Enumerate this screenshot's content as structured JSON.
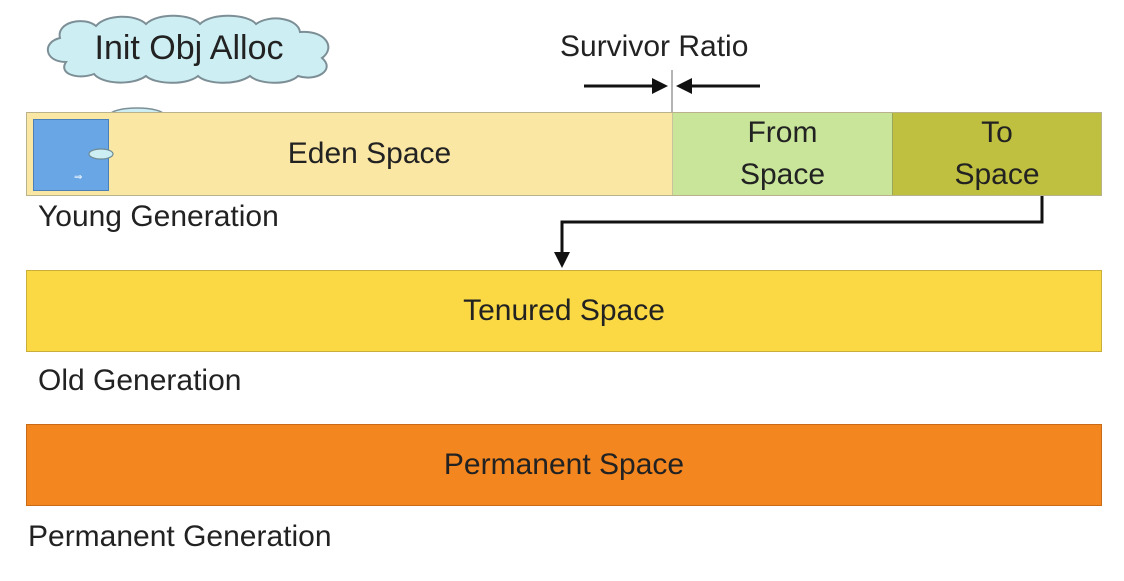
{
  "cloud_label": "Init Obj Alloc",
  "survivor_ratio_label": "Survivor Ratio",
  "young": {
    "eden_label": "Eden Space",
    "from_line1": "From",
    "from_line2": "Space",
    "to_line1": "To",
    "to_line2": "Space",
    "generation_label": "Young Generation"
  },
  "old": {
    "space_label": "Tenured Space",
    "generation_label": "Old Generation"
  },
  "permanent": {
    "space_label": "Permanent Space",
    "generation_label": "Permanent Generation"
  },
  "colors": {
    "eden": "#fae7a3",
    "from": "#c8e59a",
    "to": "#c0c040",
    "tenured": "#fad944",
    "permanent": "#f4861f",
    "object": "#68a6e6",
    "cloud": "#cdeff3"
  }
}
